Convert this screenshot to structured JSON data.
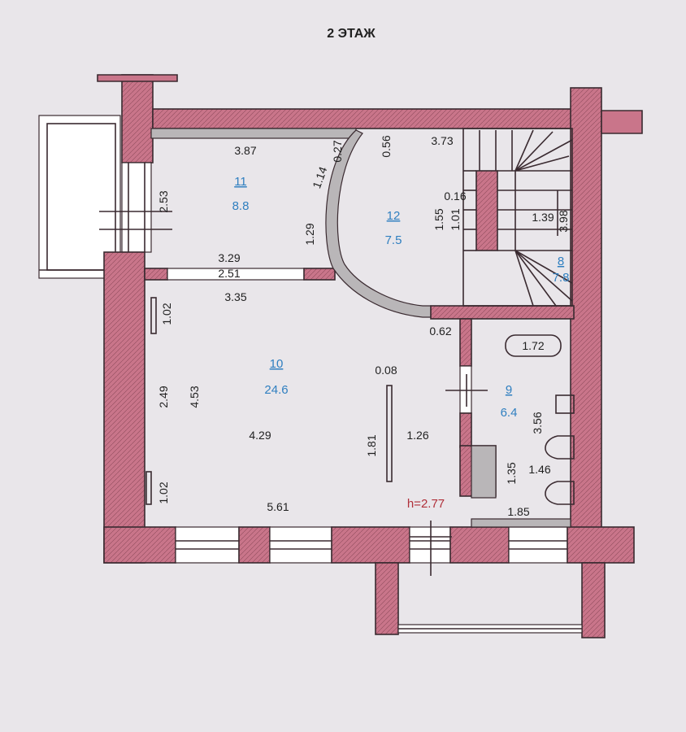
{
  "title": "2 ЭТАЖ",
  "height_label": "h=2.77",
  "rooms": [
    {
      "number": "11",
      "area": "8.8"
    },
    {
      "number": "12",
      "area": "7.5"
    },
    {
      "number": "10",
      "area": "24.6"
    },
    {
      "number": "9",
      "area": "6.4"
    },
    {
      "number": "8",
      "area": "7.8"
    }
  ],
  "dimensions": {
    "d387": "3.87",
    "d027": "0.27",
    "d056": "0.56",
    "d373": "3.73",
    "d253": "2.53",
    "d114": "1.14",
    "d016": "0.16",
    "d155": "1.55",
    "d101": "1.01",
    "d139": "1.39",
    "d398": "3.98",
    "d129": "1.29",
    "d329": "3.29",
    "d251": "2.51",
    "d335": "3.35",
    "d102a": "1.02",
    "d062": "0.62",
    "d172": "1.72",
    "d008": "0.08",
    "d249": "2.49",
    "d453": "4.53",
    "d429": "4.29",
    "d181": "1.81",
    "d126": "1.26",
    "d356": "3.56",
    "d135": "1.35",
    "d146": "1.46",
    "d102b": "1.02",
    "d561": "5.61",
    "d185": "1.85"
  }
}
